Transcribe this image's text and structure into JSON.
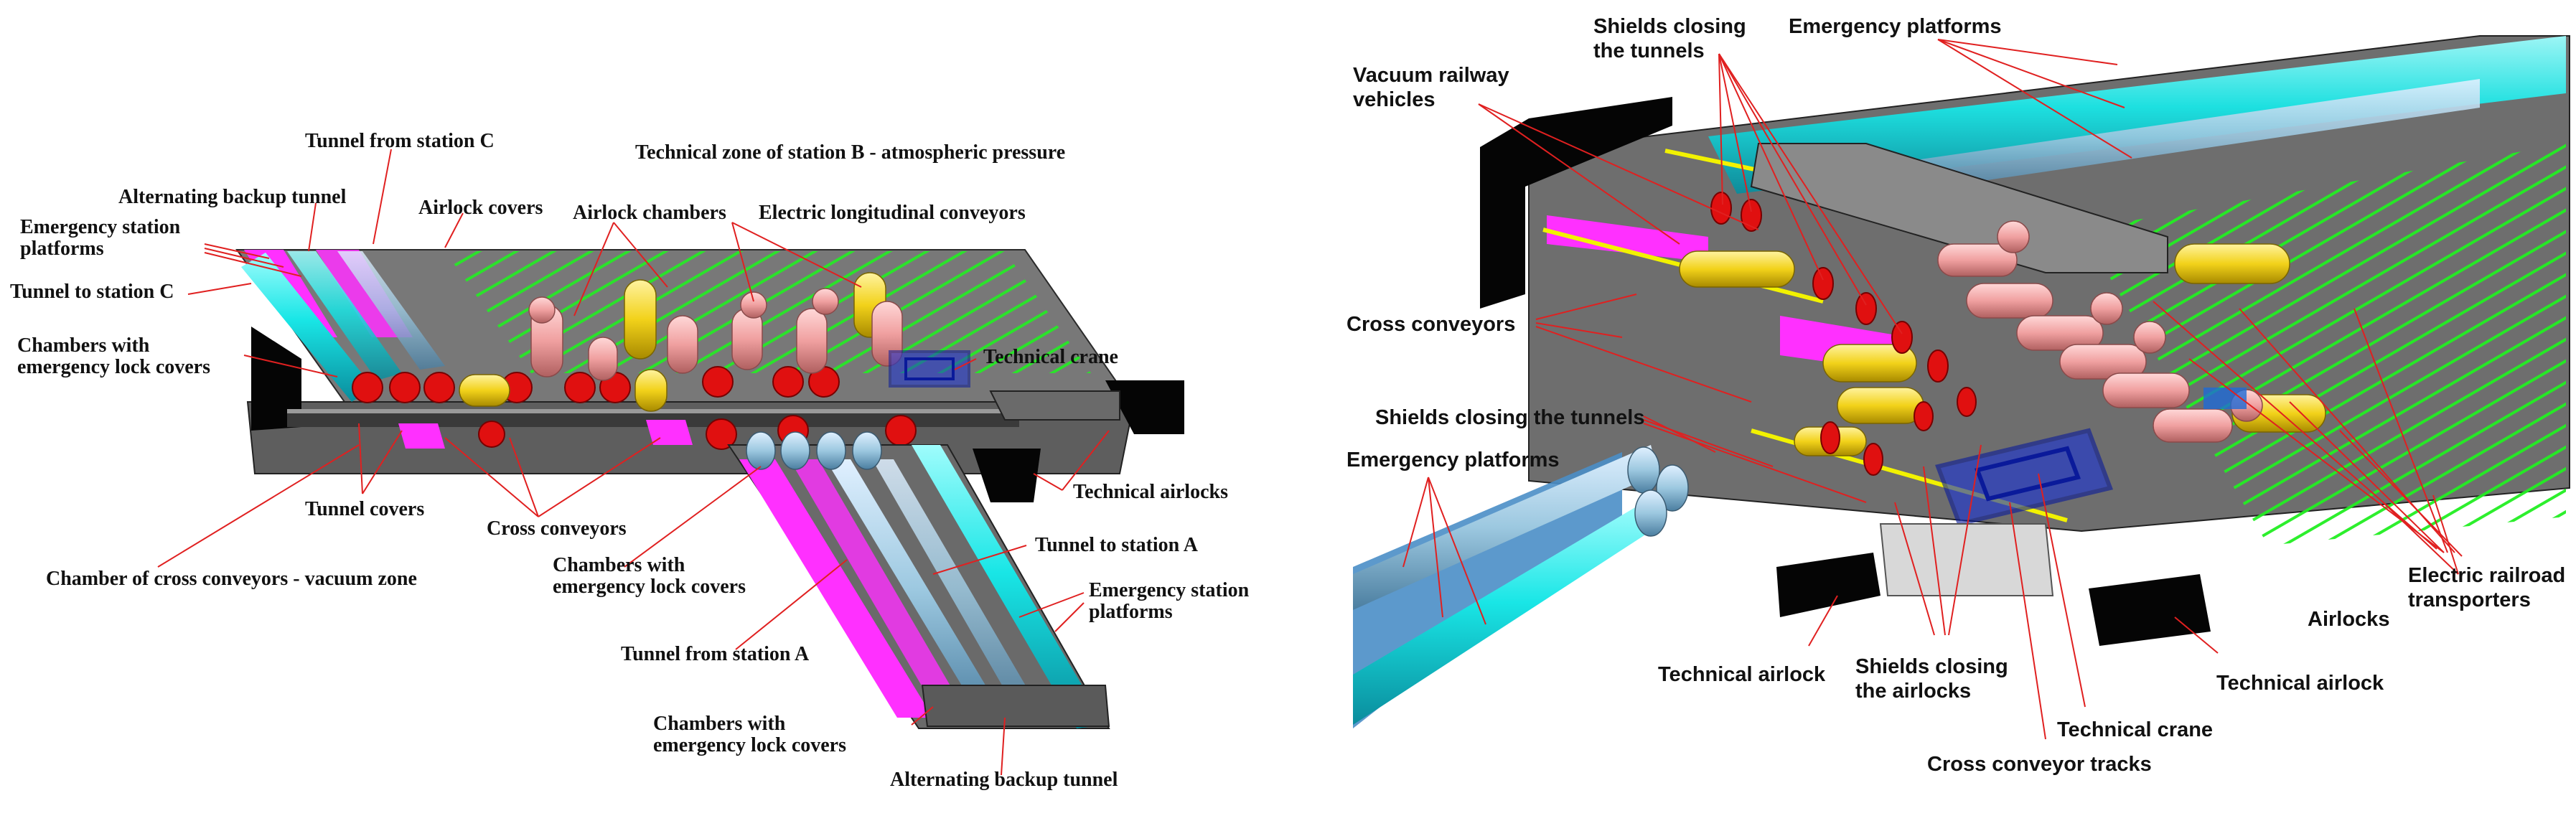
{
  "left_figure": {
    "labels": {
      "tunnel_from_c": "Tunnel from station C",
      "technical_zone_b": "Technical zone of station B - atmospheric pressure",
      "alternating_backup_tunnel_top": "Alternating backup tunnel",
      "airlock_covers": "Airlock covers",
      "airlock_chambers": "Airlock chambers",
      "electric_longitudinal_conveyors": "Electric longitudinal conveyors",
      "emergency_station_platforms_left": "Emergency station\nplatforms",
      "tunnel_to_c": "Tunnel to station C",
      "chambers_emergency_lock_covers_left": "Chambers with\nemergency lock covers",
      "technical_crane": "Technical crane",
      "technical_airlocks": "Technical airlocks",
      "tunnel_covers": "Tunnel covers",
      "cross_conveyors": "Cross conveyors",
      "tunnel_to_a": "Tunnel to station A",
      "chamber_cross_conveyors": "Chamber of cross conveyors - vacuum zone",
      "chambers_emergency_lock_covers_mid": "Chambers with\nemergency lock covers",
      "emergency_station_platforms_right": "Emergency station\nplatforms",
      "tunnel_from_a": "Tunnel from station A",
      "chambers_emergency_lock_covers_bottom": "Chambers with\nemergency lock covers",
      "alternating_backup_tunnel_bottom": "Alternating backup tunnel"
    }
  },
  "right_figure": {
    "labels": {
      "shields_closing_tunnels_top": "Shields closing\nthe tunnels",
      "emergency_platforms_top": "Emergency platforms",
      "vacuum_railway_vehicles": "Vacuum railway\nvehicles",
      "cross_conveyors": "Cross conveyors",
      "shields_closing_tunnels_mid": "Shields closing the tunnels",
      "emergency_platforms_left": "Emergency platforms",
      "electric_railroad_transporters": "Electric railroad\ntransporters",
      "airlocks": "Airlocks",
      "technical_airlock_left": "Technical airlock",
      "shields_closing_airlocks": "Shields closing\nthe airlocks",
      "technical_airlock_right": "Technical airlock",
      "technical_crane": "Technical crane",
      "cross_conveyor_tracks": "Cross conveyor tracks"
    }
  },
  "colors": {
    "tunnel_cyan": "#19e6e6",
    "platform_magenta": "#ff30ff",
    "shield_red": "#e01010",
    "airlock_yellow": "#f2d21a",
    "chamber_pink": "#f0a0a0",
    "conveyor_green": "#22ee22",
    "crane_blue": "#1a33d6",
    "structure_gray": "#6e6e6e",
    "black_box": "#050505",
    "leader_red": "#e02020"
  }
}
